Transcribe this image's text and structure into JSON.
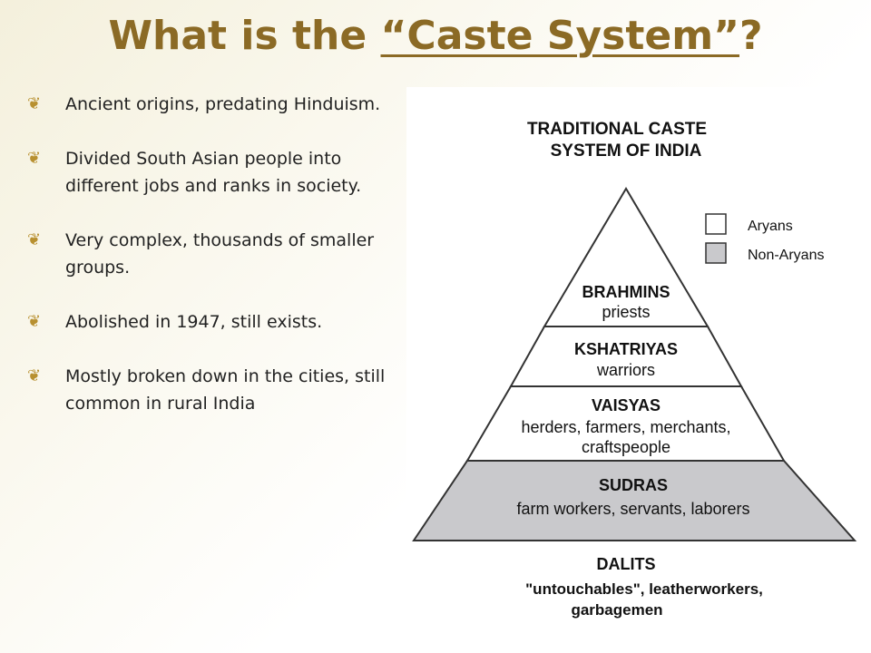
{
  "slide": {
    "title_prefix": "What is the ",
    "title_emphasis": "“Caste System”",
    "title_suffix": "?"
  },
  "bullets": [
    {
      "text": "Ancient origins, predating Hinduism."
    },
    {
      "text": "Divided South Asian people into different jobs and ranks in society."
    },
    {
      "text": "Very complex, thousands of smaller groups."
    },
    {
      "text": "Abolished in 1947, still exists."
    },
    {
      "text": "Mostly broken down in the cities, still common in rural India"
    }
  ],
  "bullet_glyph": "❦",
  "diagram": {
    "title_line1": "TRADITIONAL CASTE",
    "title_line2": "SYSTEM OF INDIA",
    "legend": [
      {
        "label": "Aryans",
        "color": "#ffffff"
      },
      {
        "label": "Non-Aryans",
        "color": "#c9c9cc"
      }
    ],
    "tiers": [
      {
        "name": "BRAHMINS",
        "desc": [
          "priests"
        ],
        "group": "Aryans"
      },
      {
        "name": "KSHATRIYAS",
        "desc": [
          "warriors"
        ],
        "group": "Aryans"
      },
      {
        "name": "VAISYAS",
        "desc": [
          "herders, farmers, merchants,",
          "craftspeople"
        ],
        "group": "Aryans"
      },
      {
        "name": "SUDRAS",
        "desc": [
          "farm workers, servants, laborers"
        ],
        "group": "Non-Aryans"
      }
    ],
    "outcast": {
      "name": "DALITS",
      "desc_line1": "\"untouchables\", leatherworkers,",
      "desc_line2": "garbagemen"
    }
  },
  "colors": {
    "title": "#8b6a25",
    "bullet": "#b89030",
    "aryan_fill": "#ffffff",
    "non_aryan_fill": "#c9c9cc"
  }
}
